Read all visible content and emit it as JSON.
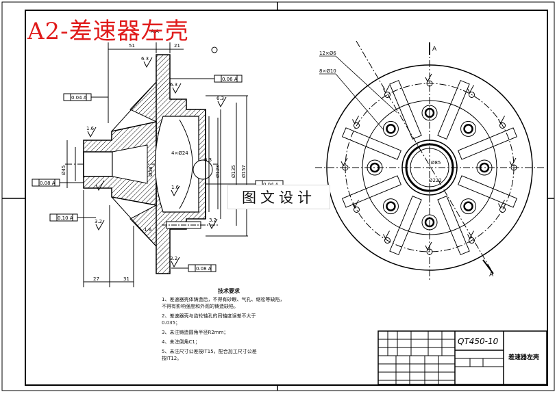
{
  "banner": {
    "text": "A2-差速器左壳",
    "color": "#e01b1b"
  },
  "watermark": {
    "text": "图文设计"
  },
  "tech_notes": {
    "title": "技术要求",
    "lines": [
      "1、差速器壳体铸造后，不得有砂眼、气孔、缩松等缺陷，",
      "   不得有影响强度和外观的铸造缺陷。",
      "2、差速器壳与齿轮轴孔的同轴度误差不大于",
      "   0.035；",
      "3、未注铸造圆角半径R2mm；",
      "4、未注倒角C1；",
      "5、未注尺寸公差按IT15，配合加工尺寸公差",
      "   按IT12。"
    ]
  },
  "title_block": {
    "material": "QT450-10",
    "part_name": "差速器左壳"
  },
  "side_view": {
    "dims_top": [
      "51",
      "21"
    ],
    "dims_bottom": [
      "27",
      "31"
    ],
    "dims_vertical": [
      "Ø45",
      "Ø58",
      "Ø123",
      "Ø135",
      "Ø157"
    ],
    "holes": "4×Ø24",
    "tolerance_frames": [
      "0.04 A",
      "0.06 A",
      "0.08 A",
      "0.10 A",
      "0.08 A",
      "0.04 A"
    ],
    "roughness": [
      "6.3",
      "6.3",
      "6.3",
      "6.3",
      "3.2",
      "3.2",
      "1.6",
      "1.6",
      "1.6",
      "3.2"
    ],
    "section": "A-A"
  },
  "front_view": {
    "labels": [
      "12×Ø6",
      "8×Ø10",
      "Ø85",
      "Ø222"
    ],
    "section_mark": "A"
  },
  "colors": {
    "line": "#000000",
    "banner": "#e01b1b"
  }
}
